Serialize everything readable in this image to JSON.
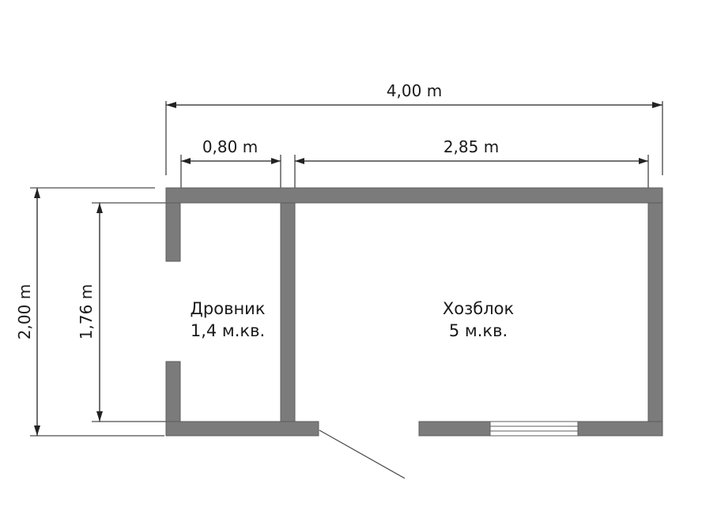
{
  "dimensions": {
    "total_width": "4,00 m",
    "woodshed_width": "0,80 m",
    "shed_width": "2,85 m",
    "total_height": "2,00 m",
    "inner_height": "1,76 m"
  },
  "rooms": {
    "woodshed": {
      "name": "Дровник",
      "area": "1,4 м.кв."
    },
    "utility": {
      "name": "Хозблок",
      "area": "5 м.кв."
    }
  },
  "colors": {
    "wall": "#7b7b7b",
    "line": "#222222",
    "window": "#ffffff"
  }
}
